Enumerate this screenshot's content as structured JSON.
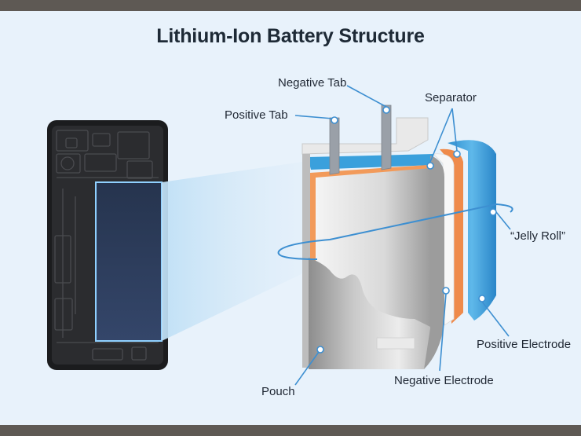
{
  "title": "Lithium-Ion Battery Structure",
  "labels": {
    "negative_tab": "Negative Tab",
    "positive_tab": "Positive Tab",
    "separator": "Separator",
    "jelly_roll": "“Jelly Roll”",
    "positive_electrode": "Positive Electrode",
    "negative_electrode": "Negative Electrode",
    "pouch": "Pouch"
  },
  "colors": {
    "frame": "#5e5954",
    "background": "#e8f2fb",
    "battery_in_phone": "#2c3a55",
    "positive_electrode": "#3aa0dc",
    "negative_electrode": "#ef8a4a",
    "pouch": "#a9a9a9",
    "leader_line": "#3d8fd1"
  }
}
